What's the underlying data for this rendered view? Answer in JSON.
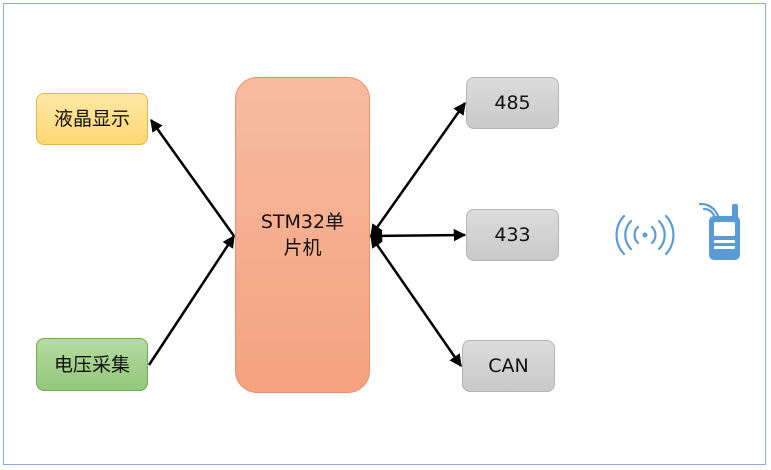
{
  "boxes": {
    "lcd": "液晶显示",
    "voltage": "电压采集",
    "mcu_line1": "STM32单",
    "mcu_line2": "片机",
    "rs485": "485",
    "rf433": "433",
    "can": "CAN"
  },
  "icons": {
    "signal": "wireless-signal-icon",
    "phone": "mobile-phone-icon"
  },
  "colors": {
    "lcd_fill": "#ffd873",
    "voltage_fill": "#92c77a",
    "mcu_fill": "#f4a27f",
    "module_fill": "#cfcfcf",
    "icon_blue": "#5b9bd5",
    "border": "#8faadc"
  }
}
